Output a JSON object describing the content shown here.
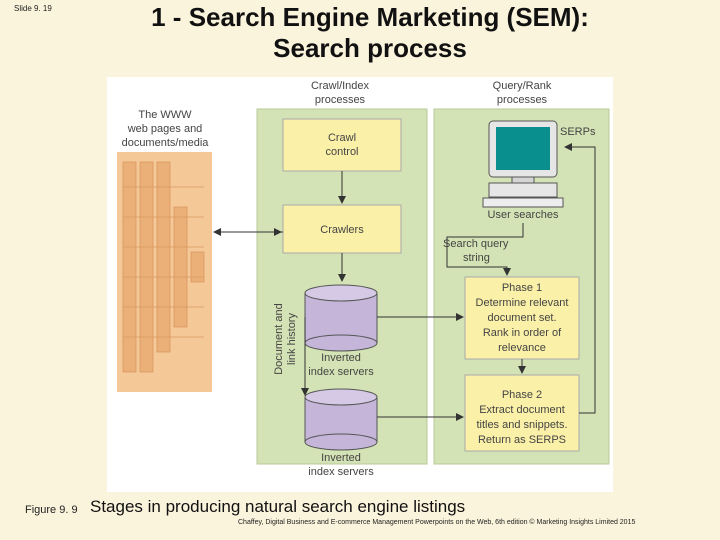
{
  "slide": {
    "number": "Slide 9. 19"
  },
  "title": {
    "line1": "1 - Search Engine Marketing (SEM):",
    "line2": "Search process"
  },
  "diagram": {
    "col_crawl": [
      "Crawl/Index",
      "processes"
    ],
    "col_query": [
      "Query/Rank",
      "processes"
    ],
    "www_label": [
      "The WWW",
      "web pages and",
      "documents/media"
    ],
    "crawl_control": [
      "Crawl",
      "control"
    ],
    "crawlers": "Crawlers",
    "doc_history": [
      "Document and",
      "link history"
    ],
    "inverted1": [
      "Inverted",
      "index servers"
    ],
    "inverted2": [
      "Inverted",
      "index servers"
    ],
    "serps": "SERPs",
    "user_searches": "User searches",
    "search_query": [
      "Search query",
      "string"
    ],
    "phase1": [
      "Phase 1",
      "Determine relevant",
      "document set.",
      "Rank in order of",
      "relevance"
    ],
    "phase2": [
      "Phase 2",
      "Extract document",
      "titles and snippets.",
      "Return as SERPS"
    ],
    "colors": {
      "panel_green": "#d4e3b5",
      "yellow_box": "#fbf0a8",
      "cylinder": "#c4b5d9",
      "www_orange": "#f5c898"
    }
  },
  "caption": {
    "label": "Figure 9. 9",
    "text": "Stages in producing natural search engine listings"
  },
  "footer": {
    "text": "Chaffey, Digital Business and E-commerce Management Powerpoints on the Web, 6th edition © Marketing Insights Limited 2015"
  }
}
